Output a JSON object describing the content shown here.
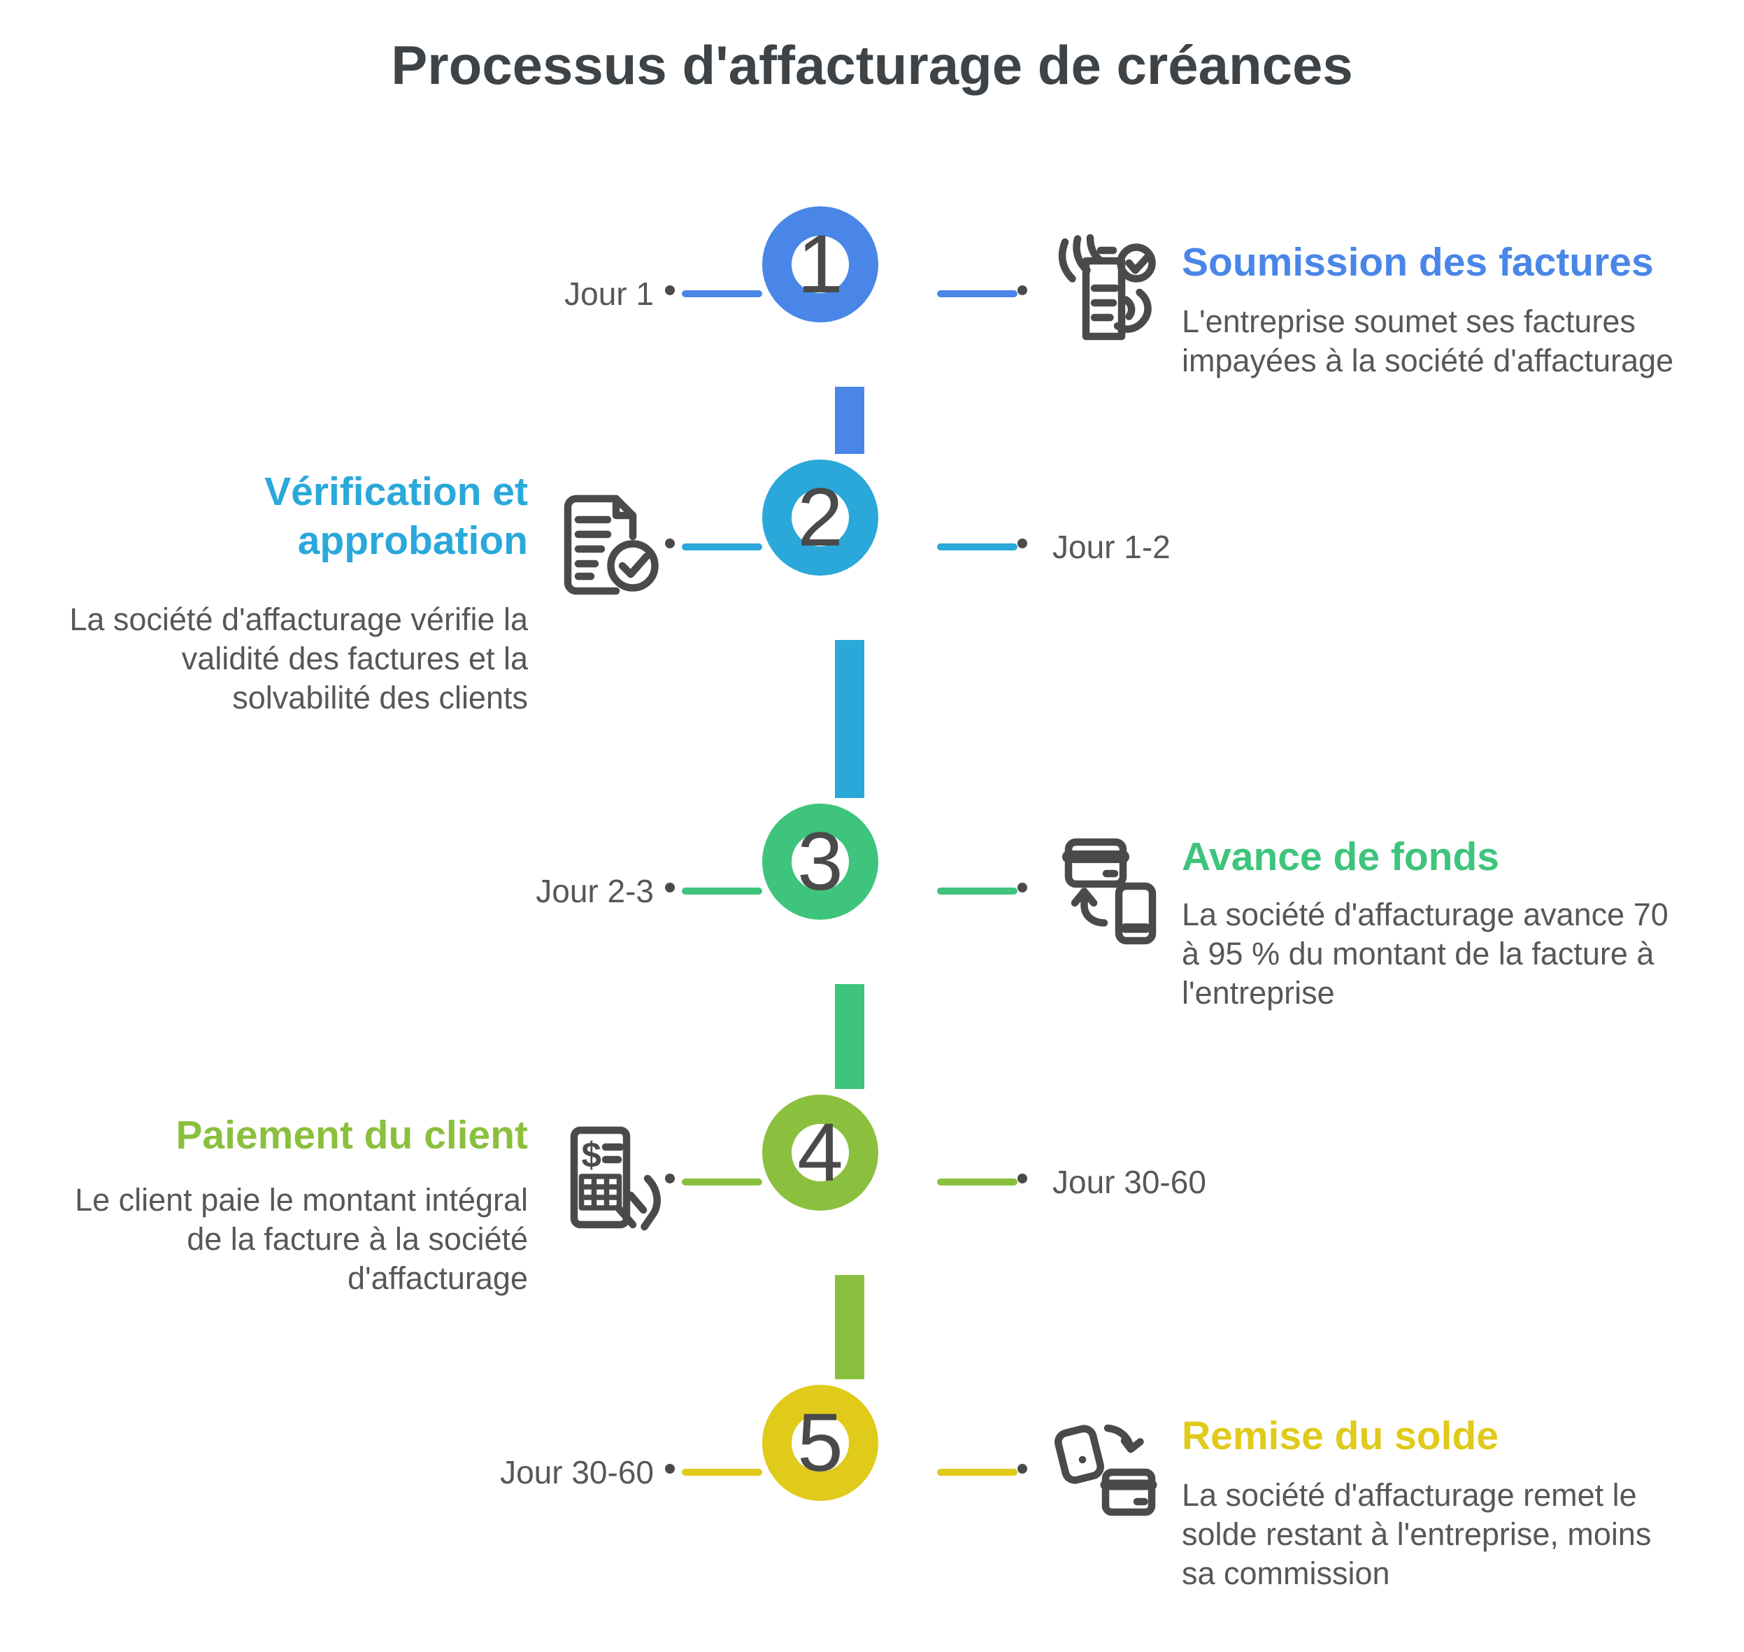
{
  "page_title": "Processus d'affacturage de créances",
  "colors": {
    "step1_blue": "#4A86E8",
    "step2_cyan": "#2AA8DA",
    "step3_green": "#3EC47C",
    "step4_lime": "#8BC03E",
    "step5_yellow": "#E0CA1A",
    "icon_and_number_gray": "#4A4A4A",
    "body_text_gray": "#55575A",
    "heading_gray": "#3E4347"
  },
  "steps": [
    {
      "number": "1",
      "day_label": "Jour 1",
      "title_lines": [
        "Soumission des factures"
      ],
      "description_lines": [
        "L'entreprise soumet ses factures",
        "impayées à la société d'affacturage"
      ],
      "icon": "hand-invoice-check-icon",
      "color": "#4A86E8"
    },
    {
      "number": "2",
      "day_label": "Jour 1-2",
      "title_lines": [
        "Vérification et",
        "approbation"
      ],
      "description_lines": [
        "La société d'affacturage vérifie la",
        "validité des factures et la",
        "solvabilité des clients"
      ],
      "icon": "document-check-icon",
      "color": "#2AA8DA"
    },
    {
      "number": "3",
      "day_label": "Jour 2-3",
      "title_lines": [
        "Avance de fonds"
      ],
      "description_lines": [
        "La société d'affacturage avance 70",
        "à 95 % du montant de la facture à",
        "l'entreprise"
      ],
      "icon": "card-to-phone-transfer-icon",
      "color": "#3EC47C"
    },
    {
      "number": "4",
      "day_label": "Jour 30-60",
      "title_lines": [
        "Paiement du client"
      ],
      "description_lines": [
        "Le client paie le montant intégral",
        "de la facture à la société",
        "d'affacturage"
      ],
      "icon": "invoice-payment-hand-icon",
      "color": "#8BC03E"
    },
    {
      "number": "5",
      "day_label": "Jour 30-60",
      "title_lines": [
        "Remise du solde"
      ],
      "description_lines": [
        "La société d'affacturage remet le",
        "solde restant à l'entreprise, moins",
        "sa commission"
      ],
      "icon": "wallet-to-card-icon",
      "color": "#E0CA1A"
    }
  ]
}
